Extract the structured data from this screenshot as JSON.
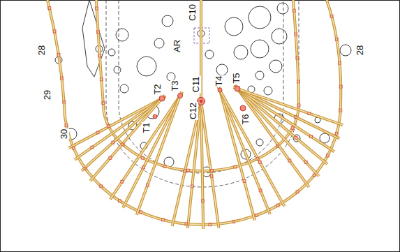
{
  "diagram": {
    "labels": [
      "28",
      "28",
      "C10",
      "AR",
      "29",
      "T2",
      "T3",
      "C11",
      "T4",
      "T5",
      "30",
      "T6",
      "T1",
      "C12"
    ]
  }
}
